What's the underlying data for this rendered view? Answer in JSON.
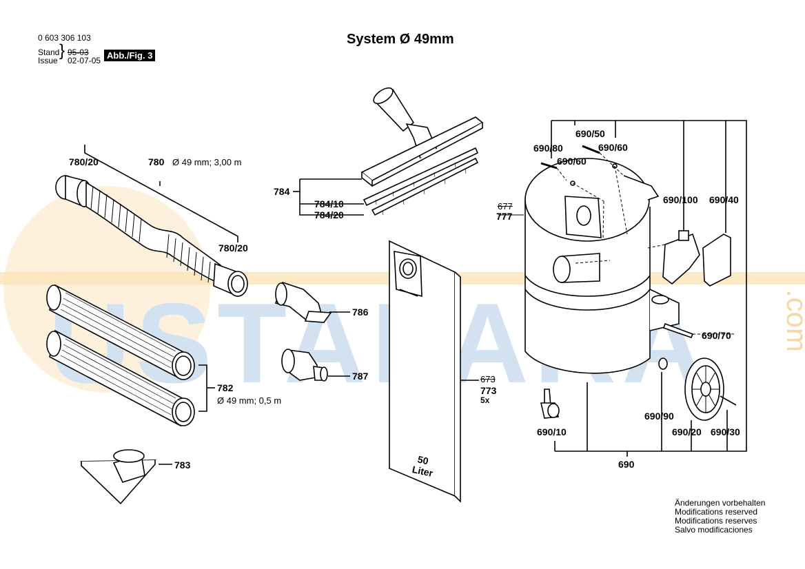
{
  "header": {
    "part_number": "0 603 306 103",
    "stand_label": "Stand",
    "stand_value": "95-03",
    "issue_label": "Issue",
    "issue_value": "02-07-05",
    "figure_badge": "Abb./Fig. 3",
    "title": "System Ø 49mm"
  },
  "watermark": {
    "text": "USTALARA",
    "suffix": ".com"
  },
  "parts": {
    "p780": "780",
    "p780_desc": "Ø 49 mm; 3,00 m",
    "p780_20_a": "780/20",
    "p780_20_b": "780/20",
    "p782": "782",
    "p782_desc": "Ø 49 mm; 0,5 m",
    "p783": "783",
    "p784": "784",
    "p784_10": "784/10",
    "p784_20": "784/20",
    "p786": "786",
    "p787": "787",
    "p677": "677",
    "p777": "777",
    "p673": "673",
    "p773": "773",
    "p773_qty": "5x",
    "bag_text_1": "50",
    "bag_text_2": "Liter",
    "p690": "690",
    "p690_10": "690/10",
    "p690_20": "690/20",
    "p690_30": "690/30",
    "p690_40": "690/40",
    "p690_50": "690/50",
    "p690_60_a": "690/60",
    "p690_60_b": "690/60",
    "p690_70": "690/70",
    "p690_80": "690/80",
    "p690_90": "690/90",
    "p690_100": "690/100"
  },
  "footer": {
    "line1": "Änderungen vorbehalten",
    "line2": "Modifications reserved",
    "line3": "Modifications reserves",
    "line4": "Salvo modificaciones"
  },
  "colors": {
    "watermark_blue": "#cfe0f0",
    "watermark_orange": "#fbe3b8",
    "ink": "#000000"
  }
}
